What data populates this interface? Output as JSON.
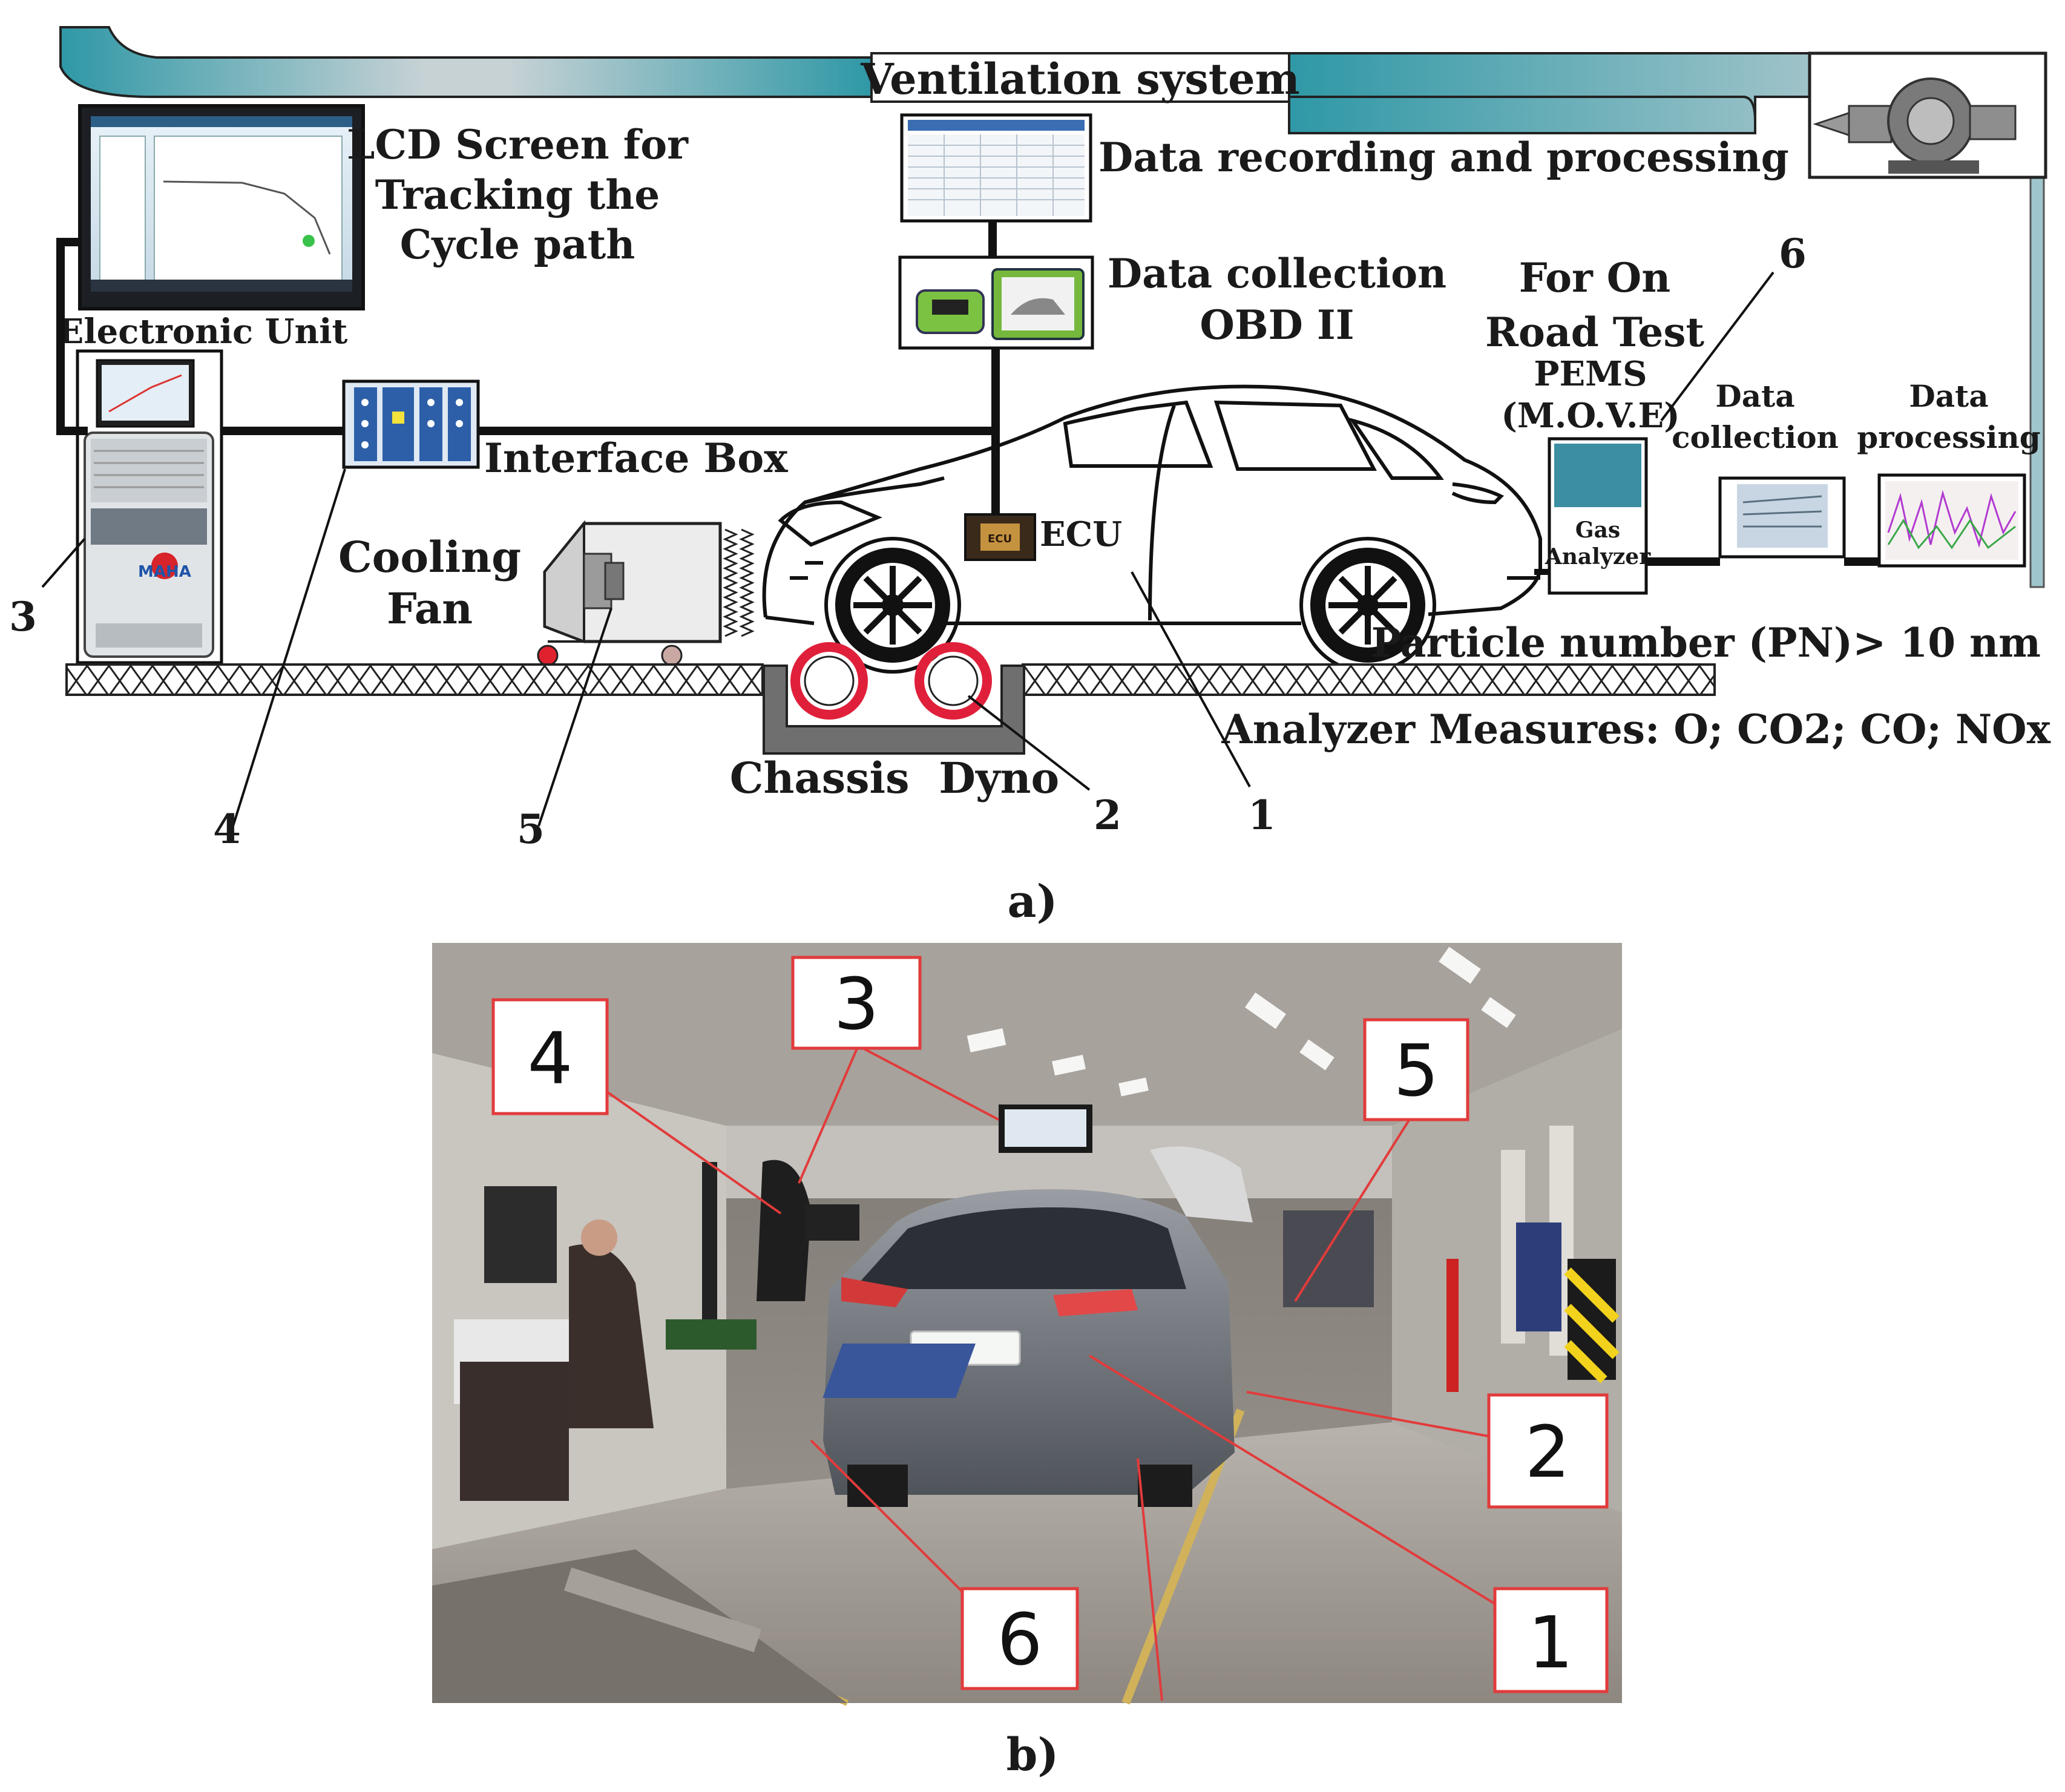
{
  "panel_a": {
    "ventilation_label": "Ventilation system",
    "lcd_label": [
      "LCD Screen for",
      "Tracking the",
      "Cycle path"
    ],
    "electronic_unit_label": "Electronic Unit",
    "data_recording_label": "Data recording and processing",
    "data_collection_obd_label": [
      "Data collection",
      "OBD II"
    ],
    "on_road_label": [
      "For On",
      "Road Test"
    ],
    "pems_label": [
      "PEMS",
      "(M.O.V.E)"
    ],
    "data_collection_label": [
      "Data",
      "collection"
    ],
    "data_processing_label": [
      "Data",
      "processing"
    ],
    "interface_box_label": "Interface Box",
    "cooling_fan_label": [
      "Cooling",
      "Fan"
    ],
    "ecu_label": "ECU",
    "ecu_chip_label": "ECU",
    "gas_analyzer_label": [
      "Gas",
      "Analyzer"
    ],
    "particle_label": "Particle number (PN)> 10 nm",
    "analyzer_measures_label": "Analyzer Measures: O; CO2; CO; NOx",
    "chassis_dyno_label": "Chassis  Dyno",
    "maha_logo": "MAHA",
    "numbers": [
      "1",
      "2",
      "3",
      "4",
      "5",
      "6"
    ],
    "caption": "a)"
  },
  "panel_b": {
    "callouts": [
      "3",
      "4",
      "5",
      "2",
      "1",
      "6"
    ],
    "caption": "b)"
  },
  "colors": {
    "duct_teal": "#3aa0ad",
    "duct_light": "#c9d3d6",
    "dyno_red": "#e0203a",
    "callout_red": "#e23b3b",
    "cable": "#111111"
  }
}
